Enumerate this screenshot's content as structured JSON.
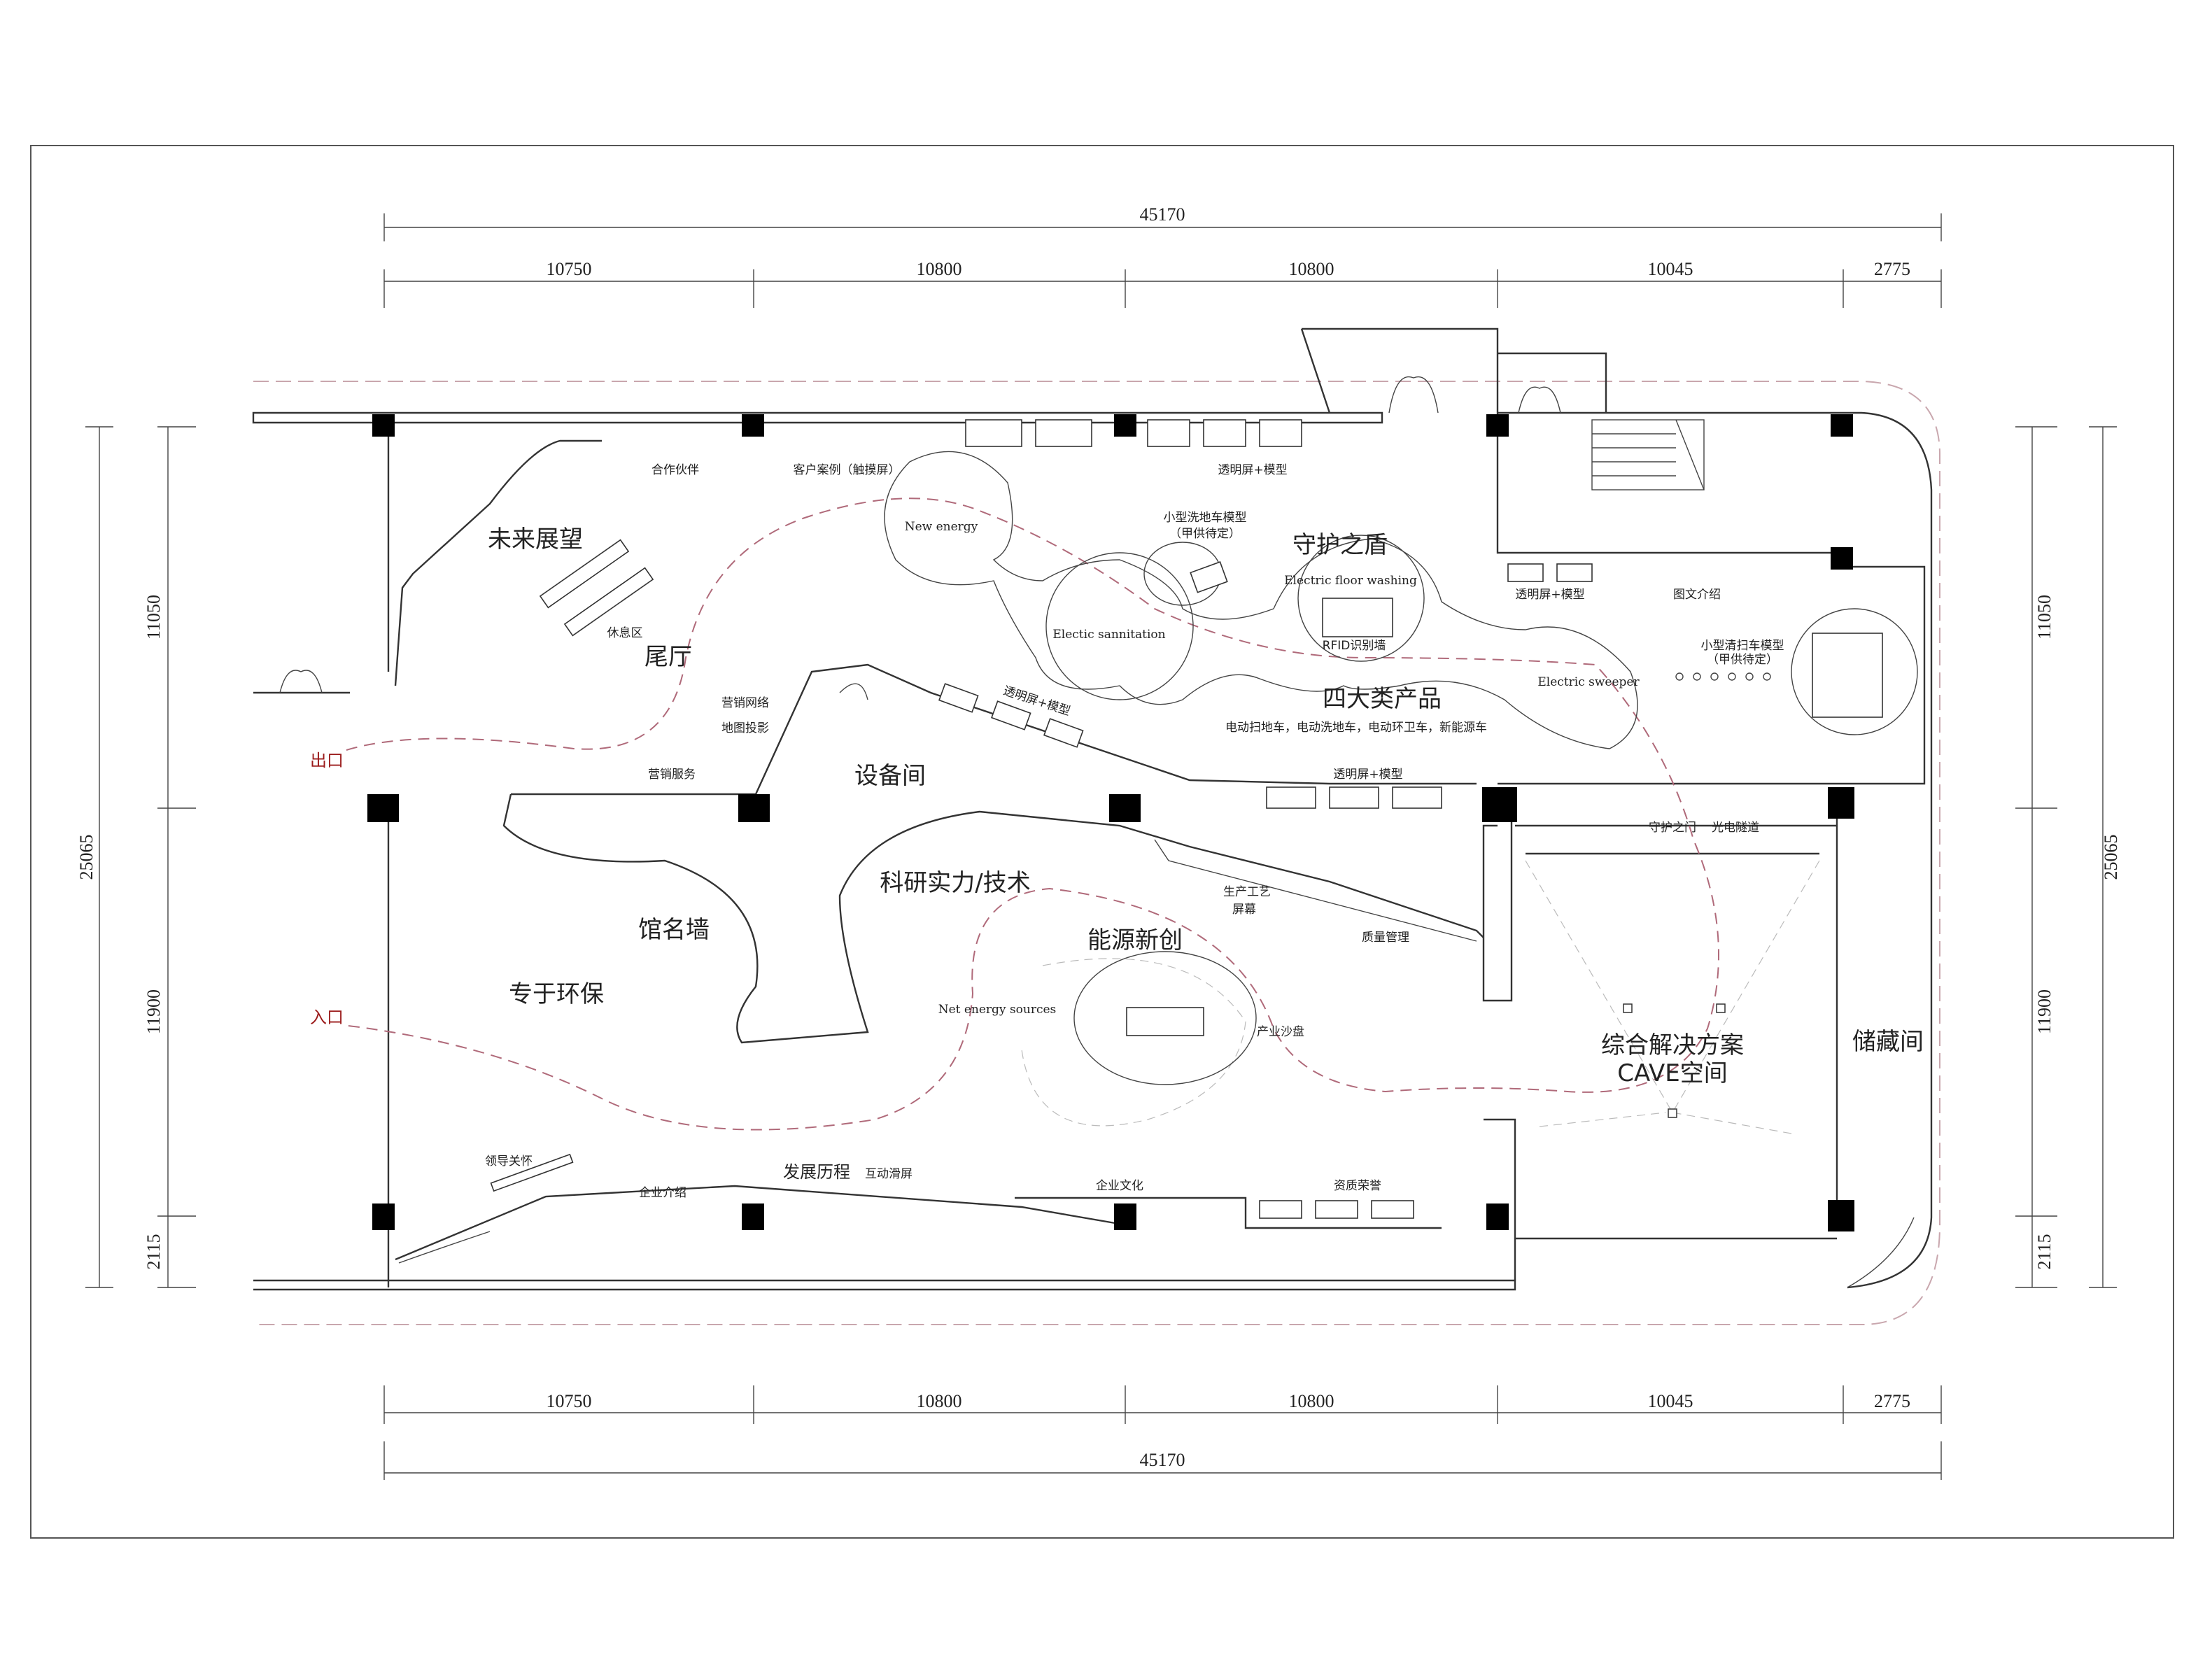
{
  "colors": {
    "route": "#b06a7a",
    "wall": "#333333",
    "column": "#000000",
    "exit_label": "#9b1b1b"
  },
  "dimensions": {
    "top_total": "45170",
    "top_segments": [
      "10750",
      "10800",
      "10800",
      "10045",
      "2775"
    ],
    "bottom_segments": [
      "10750",
      "10800",
      "10800",
      "10045",
      "2775"
    ],
    "bottom_total": "45170",
    "left_total": "25065",
    "left_segments": [
      "11050",
      "11900",
      "2115"
    ],
    "right_total": "25065",
    "right_segments": [
      "11050",
      "11900",
      "2115"
    ]
  },
  "labels": {
    "partners": "合作伙伴",
    "client_cases": "客户案例（触摸屏）",
    "screen_model_top": "透明屏+模型",
    "future_outlook": "未来展望",
    "rest_area": "休息区",
    "tail_hall": "尾厅",
    "new_energy_en": "New energy",
    "small_scrubber": "小型洗地车模型",
    "small_scrubber_sub": "（甲供待定）",
    "guard_shield": "守护之盾",
    "floor_washing_en": "Electric floor washing",
    "rfid": "RFID识别墙",
    "sanitation_en": "Electic sannitation",
    "transparent_model_right": "透明屏+模型",
    "graphic_intro": "图文介绍",
    "small_sweeper": "小型清扫车模型",
    "small_sweeper_sub": "（甲供待定）",
    "sweeper_en": "Electric sweeper",
    "four_products": "四大类产品",
    "four_products_sub": "电动扫地车，电动洗地车，电动环卫车，新能源车",
    "marketing_network": "营销网络",
    "marketing_network_sub": "地图投影",
    "screen_model_mid": "透明屏+模型",
    "equipment_room": "设备间",
    "marketing_service": "营销服务",
    "screen_model_lower": "透明屏+模型",
    "exit": "出口",
    "guard_gate": "守护之门",
    "light_tunnel": "光电隧道",
    "research": "科研实力/技术",
    "production_process": "生产工艺",
    "production_process_sub": "屏幕",
    "museum_wall": "馆名墙",
    "energy_innovation": "能源新创",
    "quality_mgmt": "质量管理",
    "new_energy_sources_en": "Net energy sources",
    "env_focus": "专于环保",
    "industry_sandtable": "产业沙盘",
    "entrance": "入口",
    "cave": "综合解决方案",
    "cave_sub": "CAVE空间",
    "storage": "储藏间",
    "leadership": "领导关怀",
    "company_intro": "企业介绍",
    "history": "发展历程",
    "interactive_screen": "互动滑屏",
    "corporate_culture": "企业文化",
    "honors": "资质荣誉"
  }
}
